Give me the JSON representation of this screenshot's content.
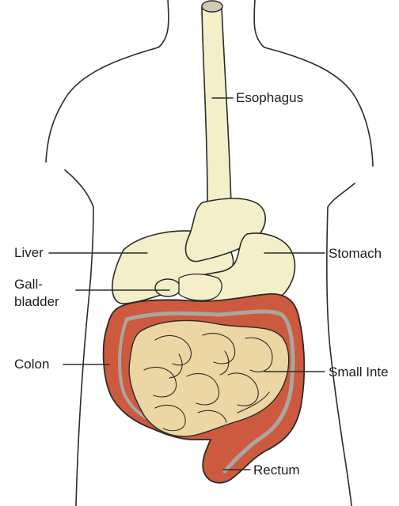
{
  "labels": {
    "esophagus": "Esophagus",
    "liver": "Liver",
    "gallbladder_line1": "Gall-",
    "gallbladder_line2": "bladder",
    "stomach": "Stomach",
    "colon": "Colon",
    "small_intestine": "Small Inte",
    "rectum": "Rectum"
  },
  "colors": {
    "organ_pale": "#f4efc9",
    "small_intestine": "#ecd6a3",
    "colon": "#cd5a3e",
    "colon_stripe": "#a9a7a0",
    "outline": "#2b2b2b"
  }
}
